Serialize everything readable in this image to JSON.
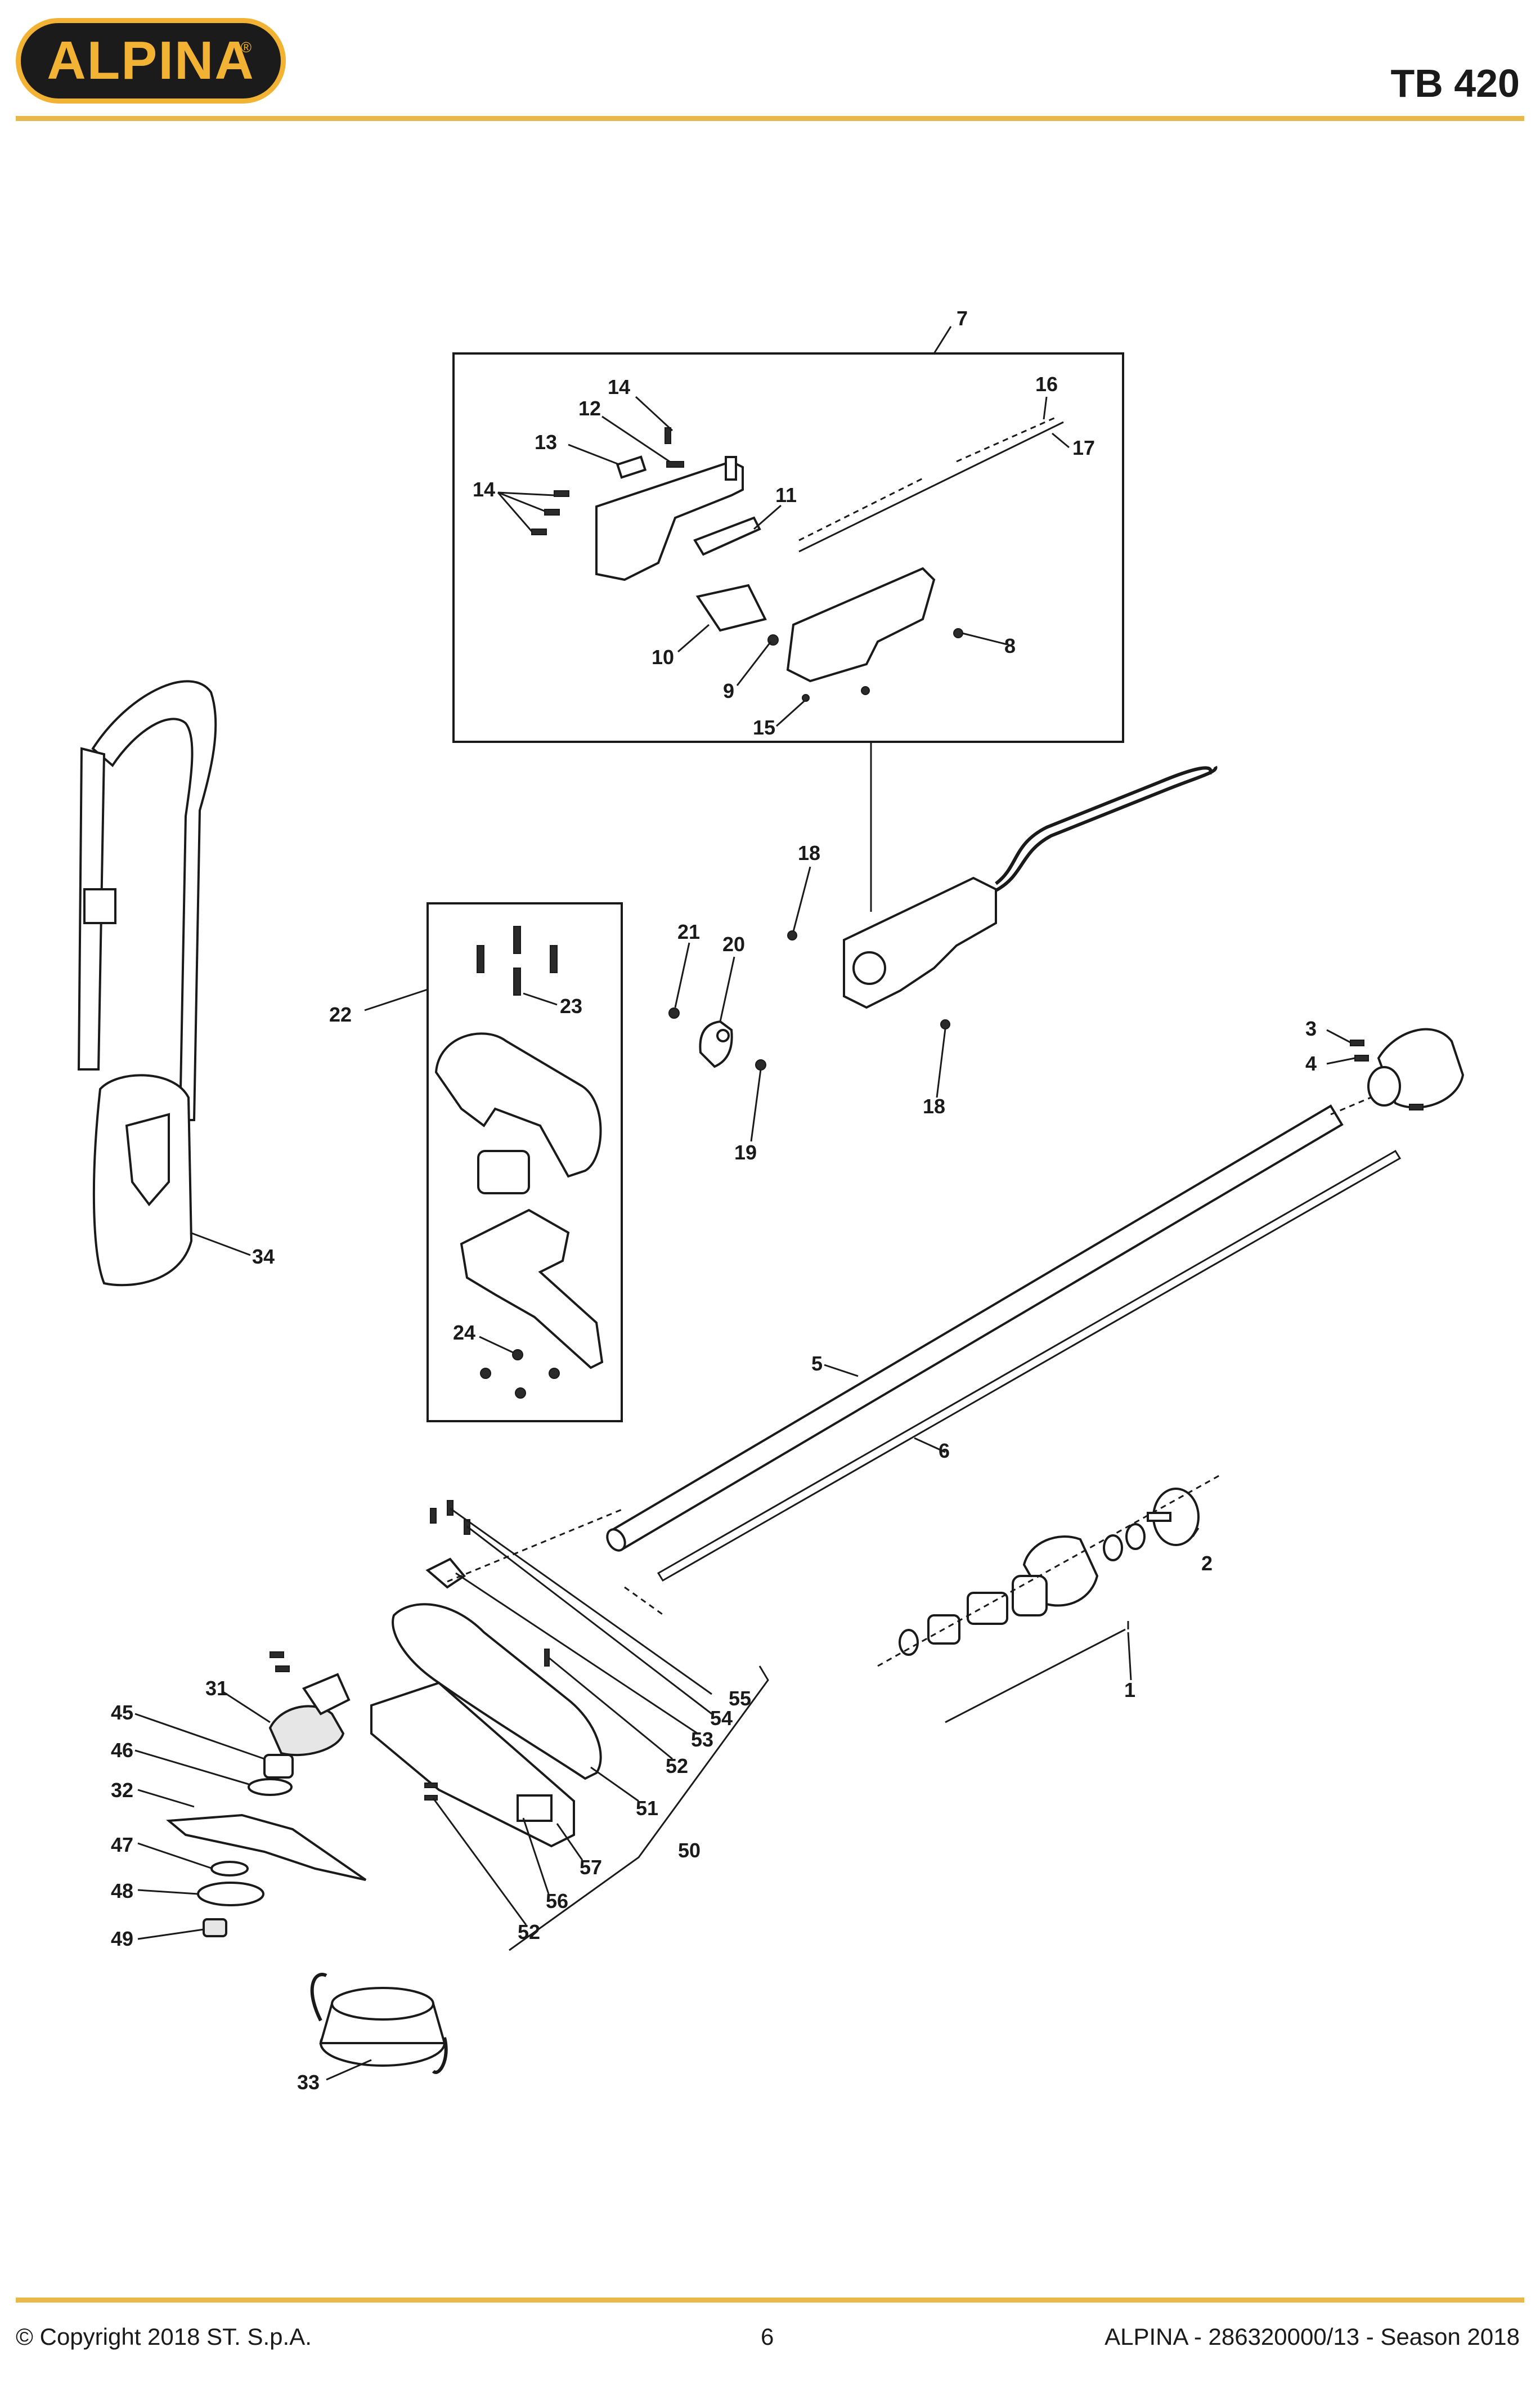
{
  "brand": {
    "logo_text": "ALPINA",
    "registered": "®",
    "accent_color": "#f2b233",
    "logo_bg": "#1b1b1b"
  },
  "header": {
    "model": "TB 420"
  },
  "footer": {
    "copyright": "© Copyright 2018 ST. S.p.A.",
    "page_number": "6",
    "reference": "ALPINA - 286320000/13 - Season 2018"
  },
  "diagram": {
    "rule_color": "#e8b84a",
    "callouts": {
      "c1": "1",
      "c2": "2",
      "c3": "3",
      "c4": "4",
      "c5": "5",
      "c6": "6",
      "c7": "7",
      "c8": "8",
      "c9": "9",
      "c10": "10",
      "c11": "11",
      "c12": "12",
      "c13": "13",
      "c14a": "14",
      "c14b": "14",
      "c15": "15",
      "c16": "16",
      "c17": "17",
      "c18a": "18",
      "c18b": "18",
      "c19": "19",
      "c20": "20",
      "c21": "21",
      "c22": "22",
      "c23": "23",
      "c24": "24",
      "c31": "31",
      "c32": "32",
      "c33": "33",
      "c34": "34",
      "c45": "45",
      "c46": "46",
      "c47": "47",
      "c48": "48",
      "c49": "49",
      "c50": "50",
      "c51": "51",
      "c52a": "52",
      "c52b": "52",
      "c53": "53",
      "c54": "54",
      "c55": "55",
      "c56": "56",
      "c57": "57"
    }
  }
}
